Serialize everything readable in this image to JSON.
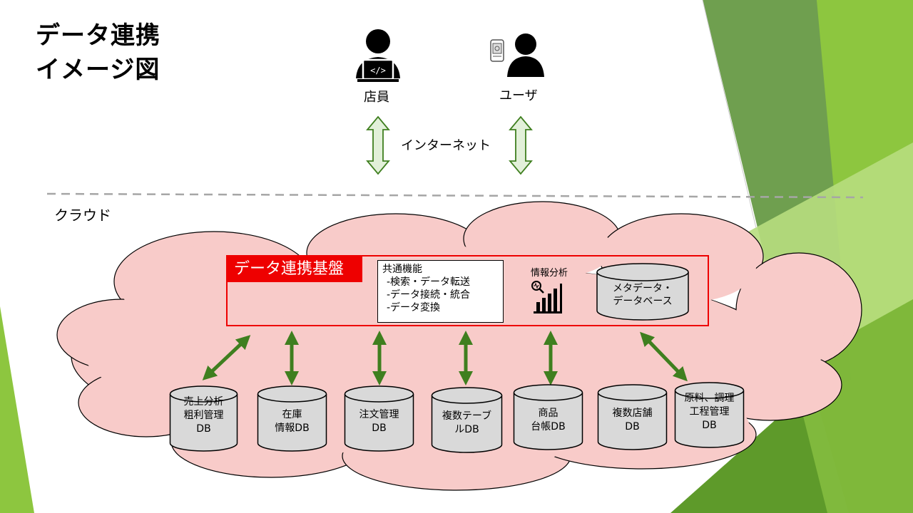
{
  "title": {
    "line1": "データ連携",
    "line2": "イメージ図"
  },
  "actors": {
    "staff": {
      "label": "店員",
      "icon": "staff-laptop-icon"
    },
    "user": {
      "label": "ユーザ",
      "icon": "user-phone-icon"
    }
  },
  "internet_label": "インターネット",
  "cloud_label": "クラウド",
  "platform": {
    "title": "データ連携基盤",
    "common": {
      "heading": "共通機能",
      "items": [
        "-検索・データ転送",
        "-データ接続・統合",
        "-データ変換"
      ]
    },
    "analysis": {
      "label": "情報分析",
      "icon": "analytics-chart-icon"
    },
    "metadata_db": {
      "line1": "メタデータ・",
      "line2": "データベース"
    }
  },
  "databases": [
    {
      "lines": [
        "売上分析",
        "粗利管理",
        "DB"
      ]
    },
    {
      "lines": [
        "在庫",
        "情報DB"
      ]
    },
    {
      "lines": [
        "注文管理",
        "DB"
      ]
    },
    {
      "lines": [
        "複数テーブ",
        "ルDB"
      ]
    },
    {
      "lines": [
        "商品",
        "台帳DB"
      ]
    },
    {
      "lines": [
        "複数店舗",
        "DB"
      ]
    },
    {
      "lines": [
        "原料、調理",
        "工程管理",
        "DB"
      ]
    }
  ],
  "colors": {
    "cloud_fill": "#f8cbc9",
    "platform_red": "#ee0000",
    "db_fill": "#d9d9d9",
    "arrow_green": "#3f7f1f",
    "internet_arrow_fill": "#e2f0d9",
    "accent_green": "#8dc63f"
  }
}
